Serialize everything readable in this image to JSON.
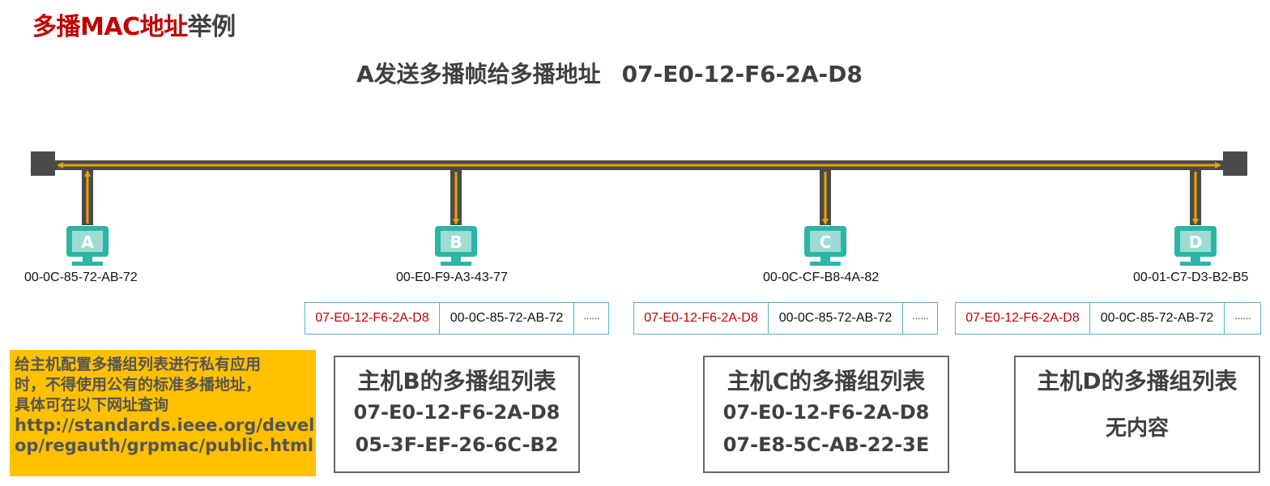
{
  "title": {
    "part1": "多播MAC地址",
    "part2": "举例"
  },
  "subtitle": {
    "text": "A发送多播帧给多播地址",
    "mac": "07-E0-12-F6-2A-D8"
  },
  "hosts": [
    {
      "label": "A",
      "mac": "00-0C-85-72-AB-72"
    },
    {
      "label": "B",
      "mac": "00-E0-F9-A3-43-77"
    },
    {
      "label": "C",
      "mac": "00-0C-CF-B8-4A-82"
    },
    {
      "label": "D",
      "mac": "00-01-C7-D3-B2-B5"
    }
  ],
  "frames": [
    {
      "dst": "07-E0-12-F6-2A-D8",
      "src": "00-0C-85-72-AB-72",
      "more": "······"
    },
    {
      "dst": "07-E0-12-F6-2A-D8",
      "src": "00-0C-85-72-AB-72",
      "more": "······"
    },
    {
      "dst": "07-E0-12-F6-2A-D8",
      "src": "00-0C-85-72-AB-72",
      "more": "······"
    }
  ],
  "note": {
    "line1": "给主机配置多播组列表进行私有应用",
    "line2": "时，不得使用公有的标准多播地址，",
    "line3": "具体可在以下网址查询",
    "url1": "http://standards.ieee.org/devel",
    "url2": "op/regauth/grpmac/public.html"
  },
  "tables": [
    {
      "heading": "主机B的多播组列表",
      "entries": [
        "07-E0-12-F6-2A-D8",
        "05-3F-EF-26-6C-B2"
      ]
    },
    {
      "heading": "主机C的多播组列表",
      "entries": [
        "07-E0-12-F6-2A-D8",
        "07-E8-5C-AB-22-3E"
      ]
    },
    {
      "heading": "主机D的多播组列表",
      "empty": "无内容"
    }
  ],
  "colors": {
    "accent_red": "#C00000",
    "highlight": "#FFC000",
    "computer": "#2BB5A6",
    "bus": "#4a4a4a",
    "signal": "#E8A400"
  }
}
